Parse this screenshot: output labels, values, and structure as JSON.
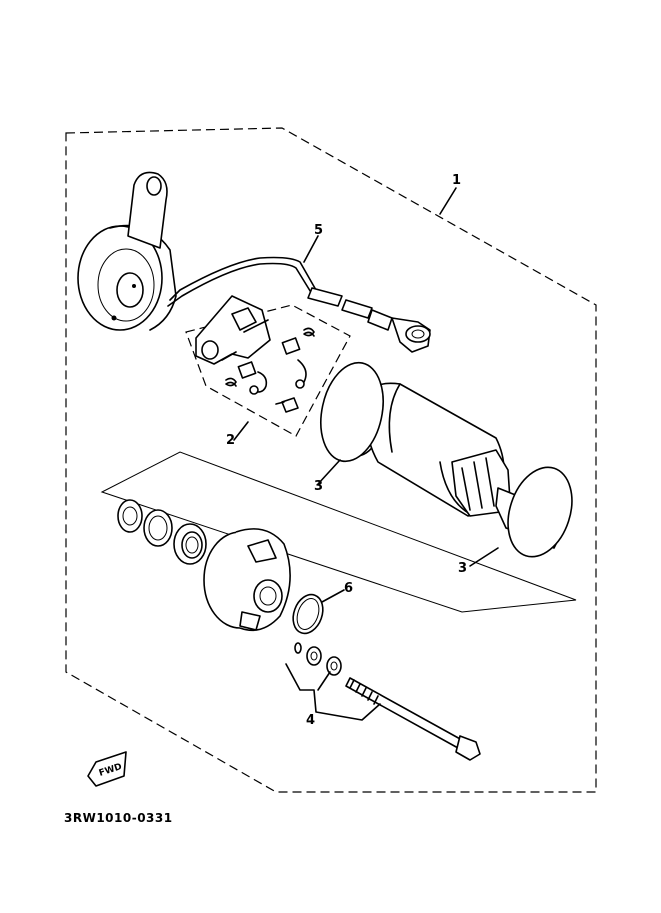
{
  "diagram": {
    "callouts": [
      {
        "id": "1",
        "label": "1"
      },
      {
        "id": "2",
        "label": "2"
      },
      {
        "id": "3a",
        "label": "3"
      },
      {
        "id": "3b",
        "label": "3"
      },
      {
        "id": "4",
        "label": "4"
      },
      {
        "id": "5",
        "label": "5"
      },
      {
        "id": "6",
        "label": "6"
      }
    ],
    "direction_label": "FWD",
    "drawing_code": "3RW1010-0331"
  }
}
